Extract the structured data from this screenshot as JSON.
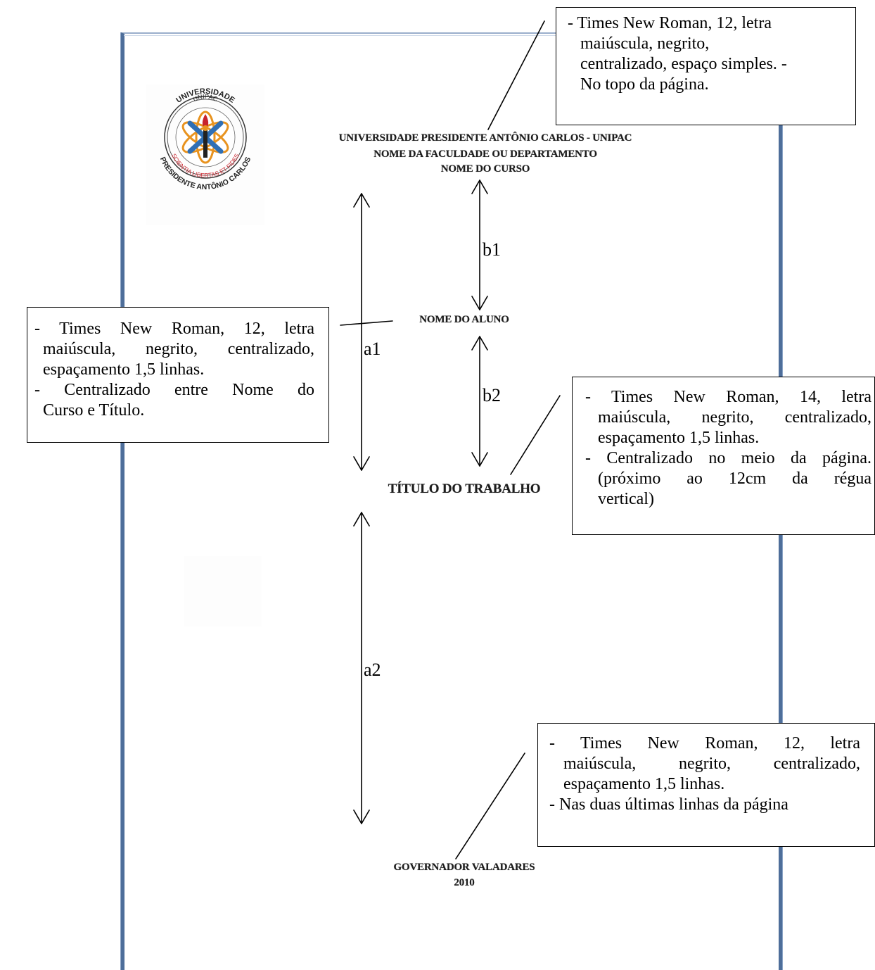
{
  "logo": {
    "top_text": "UNIVERSIDADE",
    "inner_text": "UNIPAC",
    "motto": "SCIENTIA LIBERTAS ET FIDES",
    "bottom_text": "PRESIDENTE ANTÔNIO CARLOS"
  },
  "cover": {
    "header_line1": "UNIVERSIDADE PRESIDENTE ANTÔNIO CARLOS - UNIPAC",
    "header_line2": "NOME DA FACULDADE OU DEPARTAMENTO",
    "header_line3": "NOME DO CURSO",
    "student": "NOME DO ALUNO",
    "title": "TÍTULO DO TRABALHO",
    "city": "GOVERNADOR VALADARES",
    "year": "2010"
  },
  "labels": {
    "a1": "a1",
    "a2": "a2",
    "b1": "b1",
    "b2": "b2"
  },
  "callouts": {
    "header": {
      "line1": "- Times New Roman, 12, letra",
      "line2": "maiúscula, negrito,",
      "line3": "centralizado, espaço simples. -",
      "line4": "No topo da página."
    },
    "student": {
      "line1": "- Times New Roman, 12, letra",
      "line2": "maiúscula, negrito, centralizado,",
      "line3": "espaçamento 1,5 linhas.",
      "line4": "- Centralizado entre Nome do",
      "line5": "Curso e Título."
    },
    "title": {
      "line1": "- Times New Roman, 14, letra",
      "line2": "maiúscula, negrito, centralizado,",
      "line3": "espaçamento 1,5 linhas.",
      "line4": "- Centralizado no meio da página.",
      "line5": "(próximo ao 12cm da régua",
      "line6": "vertical)"
    },
    "footer": {
      "line1": "- Times New Roman, 12, letra",
      "line2": "maiúscula, negrito, centralizado,",
      "line3": "espaçamento 1,5 linhas.",
      "line4": "- Nas duas últimas linhas da página"
    }
  },
  "colors": {
    "page_border": "#4e6e9a",
    "logo_orange": "#e8931f",
    "logo_blue": "#2f6fb5",
    "logo_red": "#c8232c"
  }
}
